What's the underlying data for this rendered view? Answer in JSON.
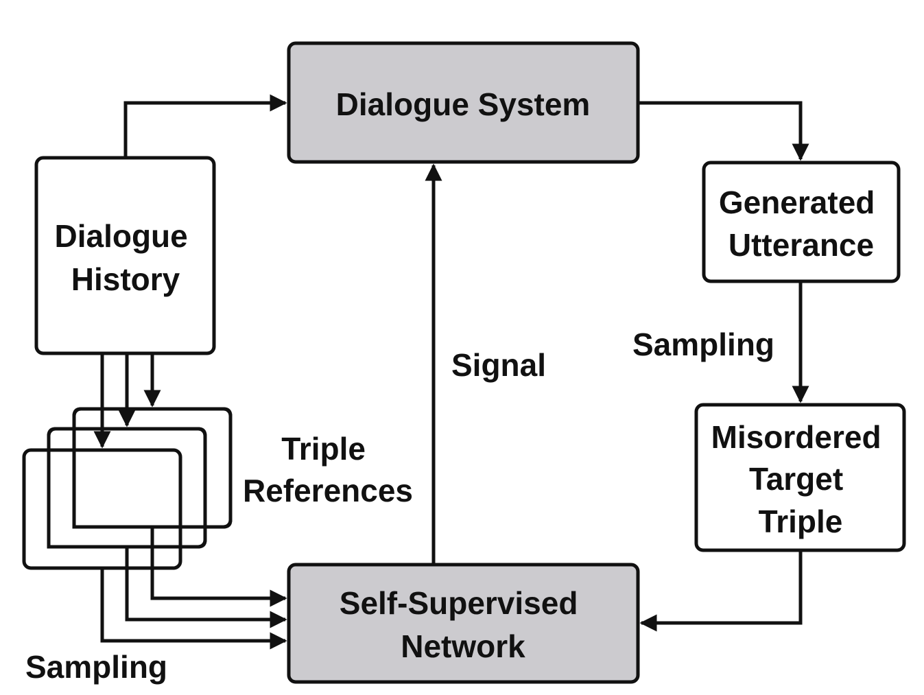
{
  "nodes": {
    "dialogue_system": {
      "label": "Dialogue System",
      "fill": "#cccbcf"
    },
    "dialogue_history": {
      "lines": [
        "Dialogue",
        "History"
      ],
      "fill": "#ffffff"
    },
    "generated_utterance": {
      "lines": [
        "Generated",
        "Utterance"
      ],
      "fill": "#ffffff"
    },
    "misordered_target_triple": {
      "lines": [
        "Misordered",
        "Target",
        "Triple"
      ],
      "fill": "#ffffff"
    },
    "self_supervised_network": {
      "lines": [
        "Self-Supervised",
        "Network"
      ],
      "fill": "#cccbcf"
    }
  },
  "labels": {
    "signal": "Signal",
    "sampling_right": "Sampling",
    "triple_references": [
      "Triple",
      "References"
    ],
    "sampling_left": "Sampling"
  },
  "colors": {
    "stroke": "#111111",
    "gray_box": "#cccbcf",
    "white_box": "#ffffff"
  }
}
